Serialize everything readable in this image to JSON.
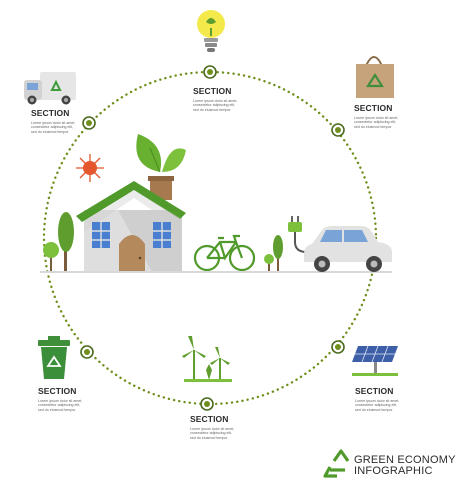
{
  "sections": {
    "top": {
      "title": "SECTION",
      "text": "Lorem ipsum dolor sit amet,\nconsectetur adipiscing elit,\nsed do eiusmod tempor"
    },
    "top_left": {
      "title": "SECTION",
      "text": "Lorem ipsum dolor sit amet,\nconsectetur adipiscing elit,\nsed do eiusmod tempor"
    },
    "top_right": {
      "title": "SECTION",
      "text": "Lorem ipsum dolor sit amet,\nconsectetur adipiscing elit,\nsed do eiusmod tempor"
    },
    "bottom_left": {
      "title": "SECTION",
      "text": "Lorem ipsum dolor sit amet,\nconsectetur adipiscing elit,\nsed do eiusmod tempor"
    },
    "bottom": {
      "title": "SECTION",
      "text": "Lorem ipsum dolor sit amet,\nconsectetur adipiscing elit,\nsed do eiusmod tempor"
    },
    "bottom_right": {
      "title": "SECTION",
      "text": "Lorem ipsum dolor sit amet,\nconsectetur adipiscing elit,\nsed do eiusmod tempor"
    }
  },
  "brand": {
    "line1": "GREEN ECONOMY",
    "line2": "INFOGRAPHIC"
  },
  "icons": [
    "light-bulb-icon",
    "delivery-truck-icon",
    "shopping-bag-icon",
    "recycle-bin-icon",
    "wind-turbine-icon",
    "solar-panel-icon",
    "house-icon",
    "bicycle-icon",
    "electric-car-icon",
    "plug-icon",
    "recycle-icon",
    "sun-icon"
  ],
  "colors": {
    "green": "#5f9e2e",
    "dark_green": "#4a6b1f",
    "dot_green": "#6f8f1d",
    "house_wall": "#dedede",
    "roof": "#4f9a2a",
    "window": "#4a7fcf",
    "bin": "#3b8f3a",
    "bag": "#c4a27a",
    "bulb": "#f2e24a",
    "sun": "#e04b1a"
  }
}
